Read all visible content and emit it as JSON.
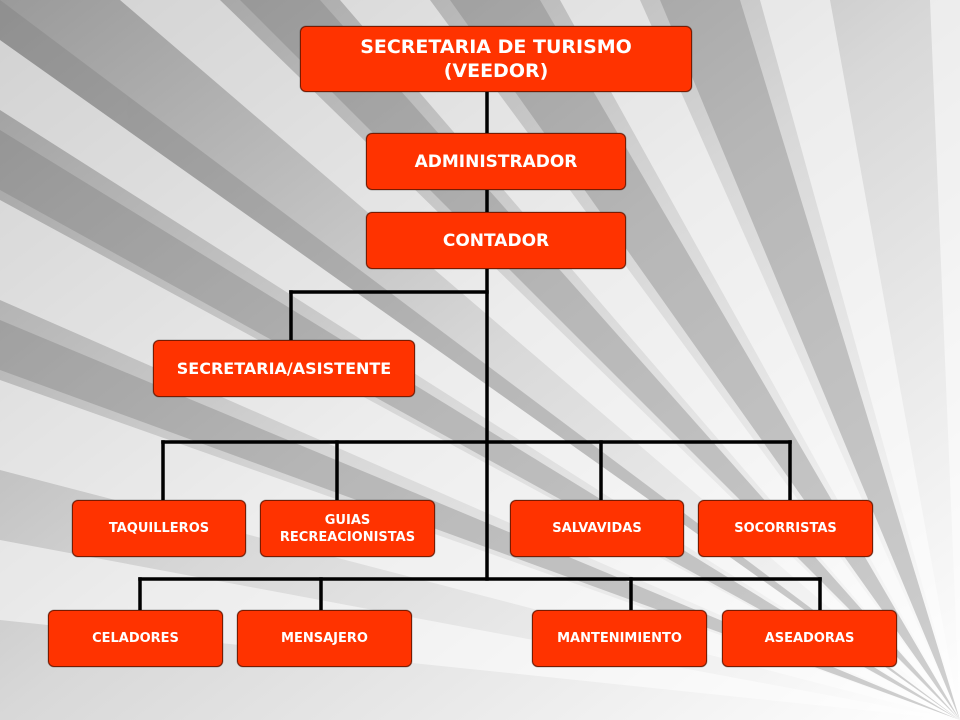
{
  "colors": {
    "box_fill": "#ff3300",
    "box_border": "#7a1a00",
    "text": "#ffffff",
    "connector": "#000000",
    "background": "#f4f4f4"
  },
  "org": {
    "top": {
      "line1": "SECRETARIA DE TURISMO",
      "line2": "(VEEDOR)"
    },
    "administrador": "ADMINISTRADOR",
    "contador": "CONTADOR",
    "secretaria": "SECRETARIA/ASISTENTE",
    "row1": {
      "taquilleros": "TAQUILLEROS",
      "guias_line1": "GUIAS",
      "guias_line2": "RECREACIONISTAS",
      "salvavidas": "SALVAVIDAS",
      "socorristas": "SOCORRISTAS"
    },
    "row2": {
      "celadores": "CELADORES",
      "mensajero": "MENSAJERO",
      "mantenimiento": "MANTENIMIENTO",
      "aseadoras": "ASEADORAS"
    }
  }
}
